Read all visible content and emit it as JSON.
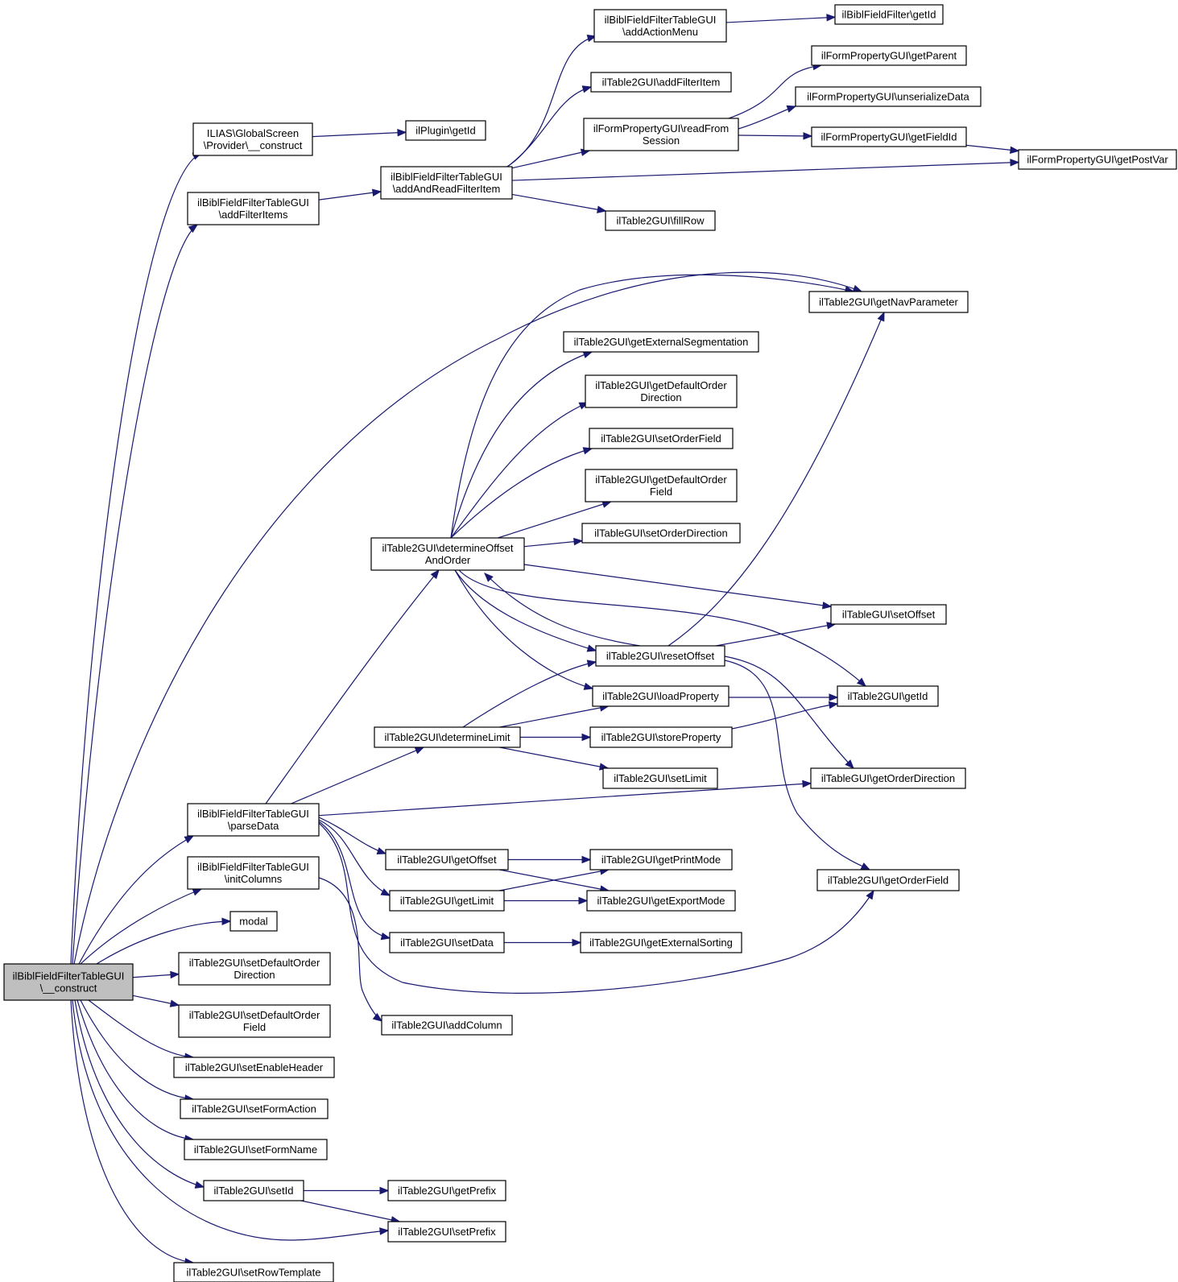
{
  "nodes": {
    "root": [
      "ilBiblFieldFilterTableGUI",
      "\\__construct"
    ],
    "gs_construct": [
      "ILIAS\\GlobalScreen",
      "\\Provider\\__construct"
    ],
    "plugin_getid": [
      "ilPlugin\\getId"
    ],
    "addfilteritems": [
      "ilBiblFieldFilterTableGUI",
      "\\addFilterItems"
    ],
    "addandread": [
      "ilBiblFieldFilterTableGUI",
      "\\addAndReadFilterItem"
    ],
    "addactionmenu": [
      "ilBiblFieldFilterTableGUI",
      "\\addActionMenu"
    ],
    "bff_getid": [
      "ilBiblFieldFilter\\getId"
    ],
    "addfilteritem": [
      "ilTable2GUI\\addFilterItem"
    ],
    "readfromsession": [
      "ilFormPropertyGUI\\readFrom",
      "Session"
    ],
    "getparent": [
      "ilFormPropertyGUI\\getParent"
    ],
    "unserialize": [
      "ilFormPropertyGUI\\unserializeData"
    ],
    "getfieldid": [
      "ilFormPropertyGUI\\getFieldId"
    ],
    "getpostvar": [
      "ilFormPropertyGUI\\getPostVar"
    ],
    "fillrow": [
      "ilTable2GUI\\fillRow"
    ],
    "getnavparam": [
      "ilTable2GUI\\getNavParameter"
    ],
    "getextseg": [
      "ilTable2GUI\\getExternalSegmentation"
    ],
    "getdeforderdir": [
      "ilTable2GUI\\getDefaultOrder",
      "Direction"
    ],
    "setorderfield": [
      "ilTable2GUI\\setOrderField"
    ],
    "getdeforderfield": [
      "ilTable2GUI\\getDefaultOrder",
      "Field"
    ],
    "setorderdir": [
      "ilTableGUI\\setOrderDirection"
    ],
    "determineoffset": [
      "ilTable2GUI\\determineOffset",
      "AndOrder"
    ],
    "setoffset": [
      "ilTableGUI\\setOffset"
    ],
    "resetoffset": [
      "ilTable2GUI\\resetOffset"
    ],
    "loadproperty": [
      "ilTable2GUI\\loadProperty"
    ],
    "t2_getid": [
      "ilTable2GUI\\getId"
    ],
    "determinelimit": [
      "ilTable2GUI\\determineLimit"
    ],
    "storeproperty": [
      "ilTable2GUI\\storeProperty"
    ],
    "setlimit": [
      "ilTable2GUI\\setLimit"
    ],
    "getorderdir": [
      "ilTableGUI\\getOrderDirection"
    ],
    "parsedata": [
      "ilBiblFieldFilterTableGUI",
      "\\parseData"
    ],
    "getoffset": [
      "ilTable2GUI\\getOffset"
    ],
    "getprintmode": [
      "ilTable2GUI\\getPrintMode"
    ],
    "getorderfield": [
      "ilTable2GUI\\getOrderField"
    ],
    "initcolumns": [
      "ilBiblFieldFilterTableGUI",
      "\\initColumns"
    ],
    "getlimit": [
      "ilTable2GUI\\getLimit"
    ],
    "getexportmode": [
      "ilTable2GUI\\getExportMode"
    ],
    "modal": [
      "modal"
    ],
    "setdata": [
      "ilTable2GUI\\setData"
    ],
    "getextsort": [
      "ilTable2GUI\\getExternalSorting"
    ],
    "setdeforderdir": [
      "ilTable2GUI\\setDefaultOrder",
      "Direction"
    ],
    "setdeforderfield": [
      "ilTable2GUI\\setDefaultOrder",
      "Field"
    ],
    "addcolumn": [
      "ilTable2GUI\\addColumn"
    ],
    "setenableheader": [
      "ilTable2GUI\\setEnableHeader"
    ],
    "setformaction": [
      "ilTable2GUI\\setFormAction"
    ],
    "setformname": [
      "ilTable2GUI\\setFormName"
    ],
    "setid": [
      "ilTable2GUI\\setId"
    ],
    "getprefix": [
      "ilTable2GUI\\getPrefix"
    ],
    "setprefix": [
      "ilTable2GUI\\setPrefix"
    ],
    "setrowtemplate": [
      "ilTable2GUI\\setRowTemplate"
    ]
  },
  "edges": [
    [
      "root",
      "gs_construct"
    ],
    [
      "root",
      "addfilteritems"
    ],
    [
      "root",
      "getnavparam"
    ],
    [
      "root",
      "parsedata"
    ],
    [
      "root",
      "initcolumns"
    ],
    [
      "root",
      "modal"
    ],
    [
      "root",
      "setdeforderdir"
    ],
    [
      "root",
      "setdeforderfield"
    ],
    [
      "root",
      "setenableheader"
    ],
    [
      "root",
      "setformaction"
    ],
    [
      "root",
      "setformname"
    ],
    [
      "root",
      "setid"
    ],
    [
      "root",
      "setprefix"
    ],
    [
      "root",
      "setrowtemplate"
    ],
    [
      "gs_construct",
      "plugin_getid"
    ],
    [
      "addfilteritems",
      "addandread"
    ],
    [
      "addandread",
      "addactionmenu"
    ],
    [
      "addandread",
      "addfilteritem"
    ],
    [
      "addandread",
      "readfromsession"
    ],
    [
      "addandread",
      "getpostvar"
    ],
    [
      "addandread",
      "fillrow"
    ],
    [
      "addactionmenu",
      "bff_getid"
    ],
    [
      "readfromsession",
      "getparent"
    ],
    [
      "readfromsession",
      "unserialize"
    ],
    [
      "readfromsession",
      "getfieldid"
    ],
    [
      "getfieldid",
      "getpostvar"
    ],
    [
      "determineoffset",
      "getnavparam"
    ],
    [
      "determineoffset",
      "getextseg"
    ],
    [
      "determineoffset",
      "getdeforderdir"
    ],
    [
      "determineoffset",
      "setorderfield"
    ],
    [
      "determineoffset",
      "getdeforderfield"
    ],
    [
      "determineoffset",
      "setorderdir"
    ],
    [
      "determineoffset",
      "setoffset"
    ],
    [
      "determineoffset",
      "t2_getid"
    ],
    [
      "determineoffset",
      "resetoffset"
    ],
    [
      "determineoffset",
      "loadproperty"
    ],
    [
      "resetoffset",
      "getnavparam"
    ],
    [
      "resetoffset",
      "determineoffset"
    ],
    [
      "resetoffset",
      "setoffset"
    ],
    [
      "resetoffset",
      "getorderdir"
    ],
    [
      "resetoffset",
      "getorderfield"
    ],
    [
      "loadproperty",
      "t2_getid"
    ],
    [
      "determinelimit",
      "resetoffset"
    ],
    [
      "determinelimit",
      "loadproperty"
    ],
    [
      "determinelimit",
      "storeproperty"
    ],
    [
      "determinelimit",
      "setlimit"
    ],
    [
      "storeproperty",
      "t2_getid"
    ],
    [
      "parsedata",
      "determineoffset"
    ],
    [
      "parsedata",
      "determinelimit"
    ],
    [
      "parsedata",
      "getorderdir"
    ],
    [
      "parsedata",
      "getoffset"
    ],
    [
      "parsedata",
      "getlimit"
    ],
    [
      "parsedata",
      "setdata"
    ],
    [
      "parsedata",
      "getorderfield"
    ],
    [
      "getoffset",
      "getprintmode"
    ],
    [
      "getoffset",
      "getexportmode"
    ],
    [
      "getlimit",
      "getprintmode"
    ],
    [
      "getlimit",
      "getexportmode"
    ],
    [
      "setdata",
      "getextsort"
    ],
    [
      "initcolumns",
      "addcolumn"
    ],
    [
      "setid",
      "getprefix"
    ],
    [
      "setid",
      "setprefix"
    ]
  ]
}
